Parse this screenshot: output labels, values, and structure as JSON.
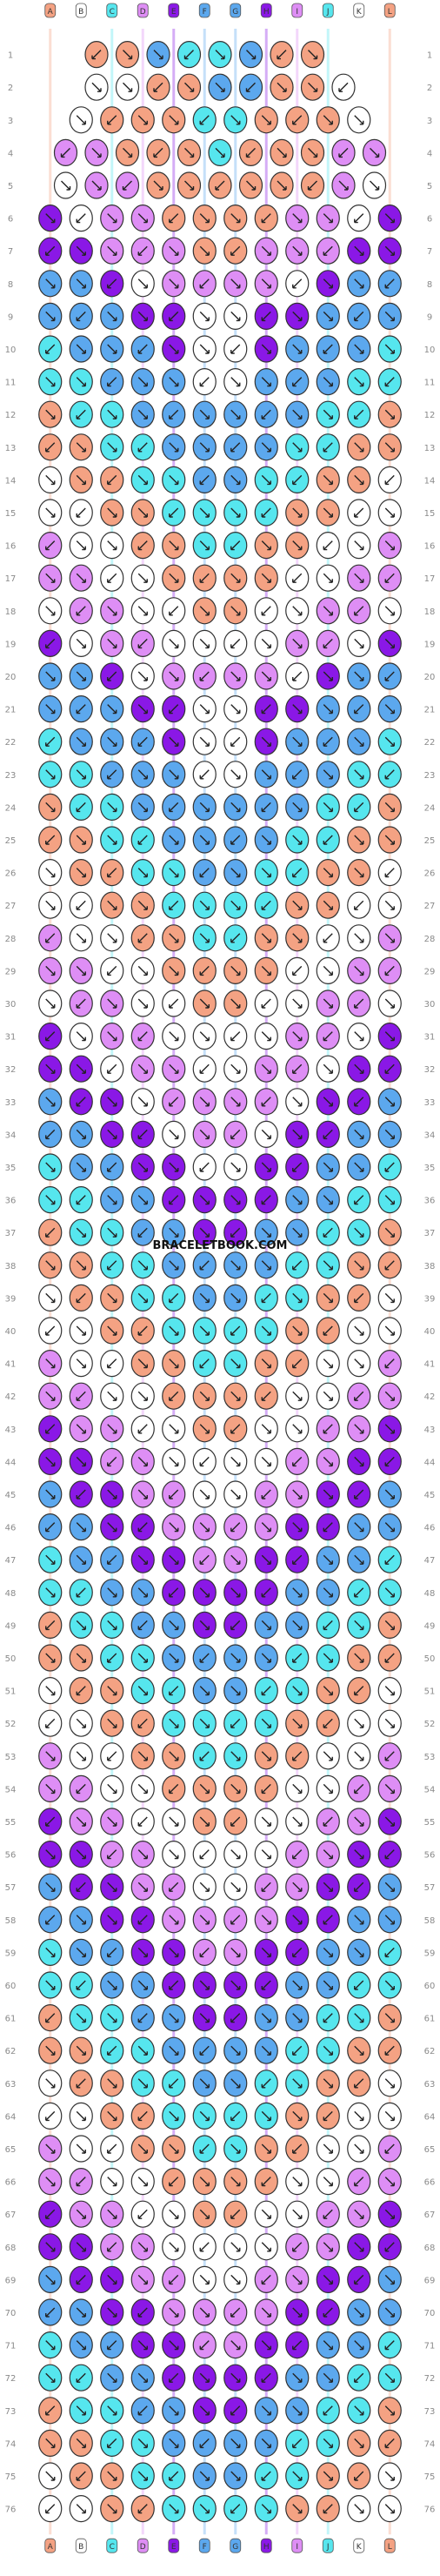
{
  "pattern": {
    "watermark": "BRACELETBOOK.COM",
    "strand_letters": [
      "A",
      "B",
      "C",
      "D",
      "E",
      "F",
      "G",
      "H",
      "I",
      "J",
      "K",
      "L"
    ],
    "row_count": 76,
    "palette": {
      "A": "#f4a283",
      "B": "#ffffff",
      "C": "#56e6ee",
      "D": "#de8ef5",
      "E": "#8a18e6",
      "F": "#5ca8ee"
    },
    "strand_colors": [
      "A",
      "B",
      "C",
      "D",
      "E",
      "F",
      "F",
      "E",
      "D",
      "C",
      "B",
      "A"
    ],
    "row_colors": [
      "AAFCCFAA",
      "BBAAFFAAB",
      "BAAACCAAAB",
      "DDAAACAAADD",
      "BDDAAAAAADB",
      "EBDDAAAADDBE",
      "EEDDDAADDDEE",
      "FFEBDDDDBEFF",
      "FFFEEBBEEFFF",
      "CFFFEBBEFFFC",
      "CCFFFBBFFFCC",
      "ACCFFFFFFCCA",
      "AACCFFFFCCAA",
      "BAACCFFCCAAB",
      "BBAACCCCAABB",
      "DBBAACCAABBD",
      "DDBBAAAABBDD",
      "BDDBBAABBDDB",
      "EBDDBBBBDDBE",
      "FFEBDDDDBEFF",
      "FFFEEBBEEFFF",
      "CFFFEBBEFFFC",
      "CCFFFBBFFFCC",
      "ACCFFFFFFCCA",
      "AACCFFFFCCAA",
      "BAACCFFCCAAB",
      "BBAACCCCAABB",
      "DBBAACCAABBD",
      "DDBBAAAABBDD",
      "BDDBBAABBDDB",
      "EBDDBBBBDDBE",
      "EEBDDBBDDBEE",
      "FEEBDDDDBEEF",
      "FFEEBDDBEEFF",
      "CFFEEBBEEFFC",
      "CCFFEEEEFFCC",
      "ACCFFEEFFCCA",
      "AACCFFFFCCAA",
      "BAACCFFCCAAB",
      "BBAACCCCAABB",
      "DBBAACCAABBD",
      "DDBBAAAABBDD",
      "EDDBBAABBDDE",
      "EEDDBBBBDDEE",
      "FEEDDBBDDEEF",
      "FFEEDDDDEEFF",
      "CFFEEDDEEFFC",
      "CCFFEEEEFFCC",
      "ACCFFEEFFCCA",
      "AACCFFFFCCAA",
      "BAACCFFCCAAB",
      "BBAACCCCAABB",
      "DBBAACCAABBD",
      "DDBBAAAABBDD",
      "EDDBBAABBDDE",
      "EEDDBBBBDDEE",
      "FEEDDBBDDEEF",
      "FFEEDDDDEEFF",
      "CFFEEDDEEFFC",
      "CCFFEEEEFFCC",
      "ACCFFEEFFCCA",
      "AACCFFFFCCAA",
      "BAACCFFCCAAB",
      "BBAACCCCAABB",
      "DBBAACCAABBD",
      "DDBBAAAABBDD",
      "EDDBBAABBDDE",
      "EEDDBBBBDDEE",
      "FEEDDBBDDEEF",
      "FFEEDDDDEEFF",
      "CFFEEDDEEFFC",
      "CCFFEEEEFFCC",
      "ACCFFEEFFCCA",
      "AACCFFFFCCAA",
      "BAACCFFCCAAB",
      "BBAACCCCAABB"
    ]
  }
}
